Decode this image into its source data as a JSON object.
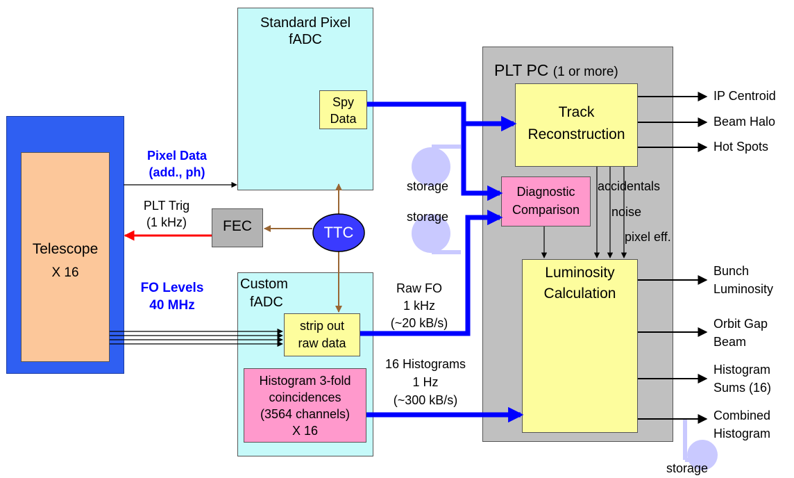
{
  "telescope": {
    "label": "Telescope",
    "count": "X 16"
  },
  "pixel_data": {
    "line1": "Pixel Data",
    "line2": "(add., ph)"
  },
  "plt_trig": {
    "line1": "PLT Trig",
    "line2": "(1 kHz)"
  },
  "fo_levels": {
    "line1": "FO Levels",
    "line2": "40 MHz"
  },
  "standard_fadc": {
    "line1": "Standard Pixel",
    "line2": "fADC"
  },
  "spy_data": {
    "line1": "Spy",
    "line2": "Data"
  },
  "fec": {
    "label": "FEC"
  },
  "ttc": {
    "label": "TTC"
  },
  "custom_fadc": {
    "line1": "Custom",
    "line2": "fADC"
  },
  "strip_out": {
    "line1": "strip out",
    "line2": "raw data"
  },
  "histogram_box": {
    "line1": "Histogram 3-fold",
    "line2": "coincidences",
    "line3": "(3564 channels)",
    "line4": "X 16"
  },
  "raw_fo": {
    "line1": "Raw FO",
    "line2": "1 kHz",
    "line3": "(~20 kB/s)"
  },
  "histograms_link": {
    "line1": "16 Histograms",
    "line2": "1 Hz",
    "line3": "(~300 kB/s)"
  },
  "storage_labels": {
    "s1": "storage",
    "s2": "storage",
    "s3": "storage"
  },
  "plt_pc": {
    "title": "PLT PC",
    "subtitle": "(1 or more)"
  },
  "track_reco": {
    "line1": "Track",
    "line2": "Reconstruction"
  },
  "diagnostic": {
    "line1": "Diagnostic",
    "line2": "Comparison"
  },
  "luminosity": {
    "line1": "Luminosity",
    "line2": "Calculation"
  },
  "track_lines": {
    "accidentals": "accidentals",
    "noise": "noise",
    "pixel_eff": "pixel eff."
  },
  "track_outputs": {
    "ip_centroid": "IP Centroid",
    "beam_halo": "Beam Halo",
    "hot_spots": "Hot Spots"
  },
  "lumi_outputs": {
    "bunch_1": "Bunch",
    "bunch_2": "Luminosity",
    "orbit_1": "Orbit Gap",
    "orbit_2": "Beam",
    "hist_1": "Histogram",
    "hist_2": "Sums (16)",
    "comb_1": "Combined",
    "comb_2": "Histogram"
  },
  "colors": {
    "telescope_outer": "#2f5ff2",
    "telescope_inner": "#fcc79a",
    "fadc_fill": "#c6fafa",
    "yellow": "#fdfd9d",
    "pink": "#ff99cc",
    "pc_fill": "#c0c0c0",
    "fec_fill": "#b3b3b3",
    "ttc_fill": "#3a3aff",
    "blue_link": "#0000ff",
    "trig_arrow": "#ff0000",
    "ttc_arrow": "#996633",
    "storage": "#c9c9ff"
  }
}
